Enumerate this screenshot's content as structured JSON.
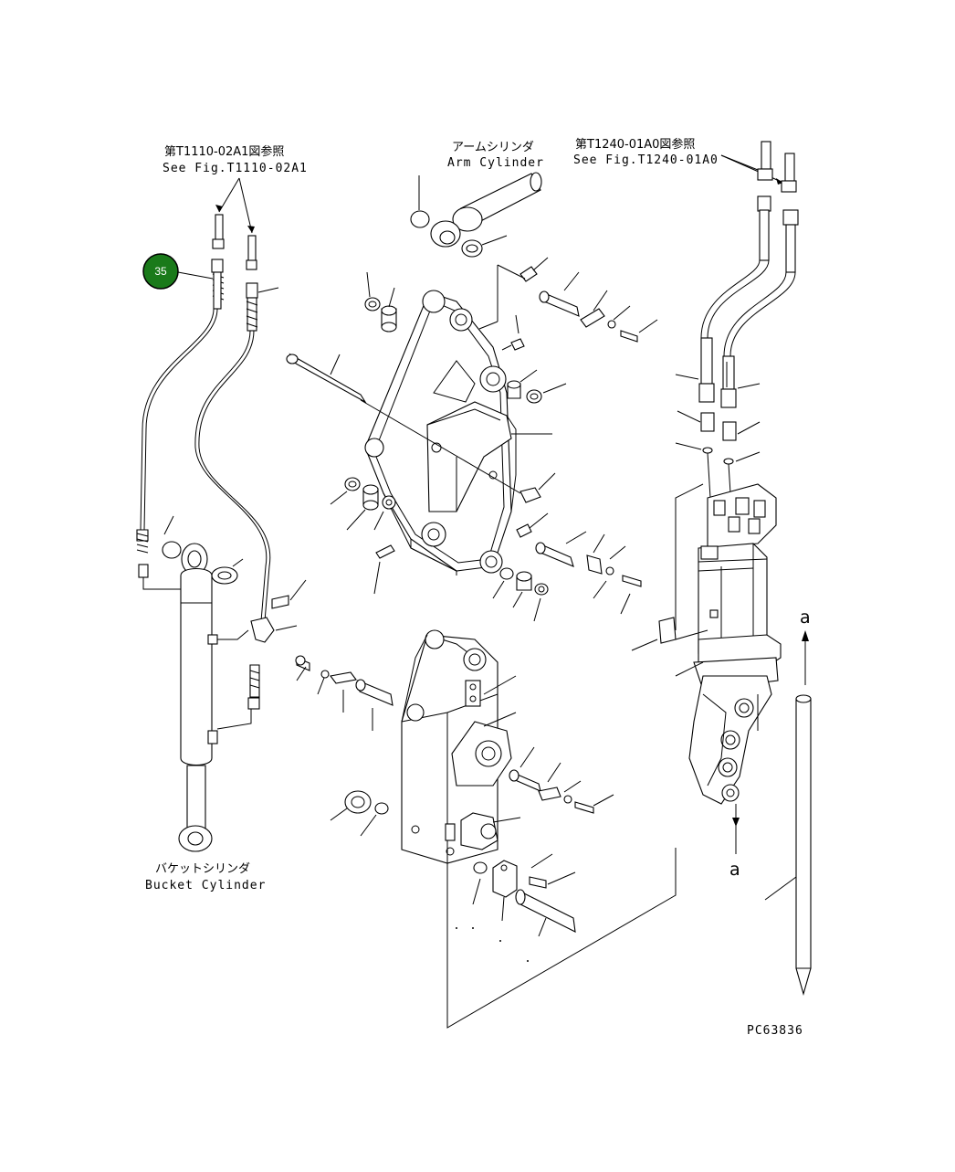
{
  "refs": {
    "bucket_hose_ref_jp": "第T1110-02A1図参照",
    "bucket_hose_ref_en": "See Fig.T1110-02A1",
    "breaker_hose_ref_jp": "第T1240-01A0図参照",
    "breaker_hose_ref_en": "See Fig.T1240-01A0"
  },
  "labels": {
    "arm_cylinder_jp": "アームシリンダ",
    "arm_cylinder_en": "Arm Cylinder",
    "bucket_cylinder_jp": "バケットシリンダ",
    "bucket_cylinder_en": "Bucket Cylinder",
    "marker_a_top": "a",
    "marker_a_bottom": "a",
    "drawing_number": "PC63836"
  },
  "callout": {
    "number": "35",
    "color": "#1a7a1a"
  }
}
